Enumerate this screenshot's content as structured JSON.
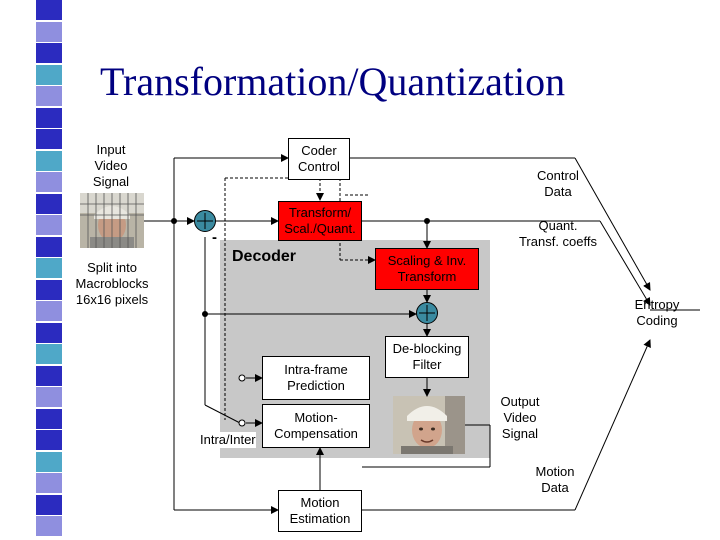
{
  "slide": {
    "title": "Transformation/Quantization",
    "sidebar_colors": [
      "#2b2bbf",
      "#8f8fdf",
      "#4fa8c8"
    ]
  },
  "labels": {
    "input_video_signal": [
      "Input",
      "Video",
      "Signal"
    ],
    "split_macroblocks": [
      "Split into",
      "Macroblocks",
      "16x16 pixels"
    ],
    "control_data": [
      "Control",
      "Data"
    ],
    "quant_transf_coeffs": [
      "Quant.",
      "Transf. coeffs"
    ],
    "entropy_coding": [
      "Entropy",
      "Coding"
    ],
    "output_video_signal": [
      "Output",
      "Video",
      "Signal"
    ],
    "motion_data": [
      "Motion",
      "Data"
    ],
    "intra_inter": "Intra/Inter",
    "minus_sign": "-",
    "decoder": "Decoder"
  },
  "blocks": {
    "coder_control": [
      "Coder",
      "Control"
    ],
    "transform_quant": [
      "Transform/",
      "Scal./Quant."
    ],
    "scaling_inv_transform": [
      "Scaling & Inv.",
      "Transform"
    ],
    "deblocking_filter": [
      "De-blocking",
      "Filter"
    ],
    "intra_prediction": [
      "Intra-frame",
      "Prediction"
    ],
    "motion_compensation": [
      "Motion-",
      "Compensation"
    ],
    "motion_estimation": [
      "Motion",
      "Estimation"
    ]
  },
  "colors": {
    "transform_fill": "#ff0000",
    "scaling_fill": "#ff0000",
    "sum_node_fill": "#3a8aa0",
    "decoder_region": "#c8c8c8",
    "title_color": "#000080"
  }
}
